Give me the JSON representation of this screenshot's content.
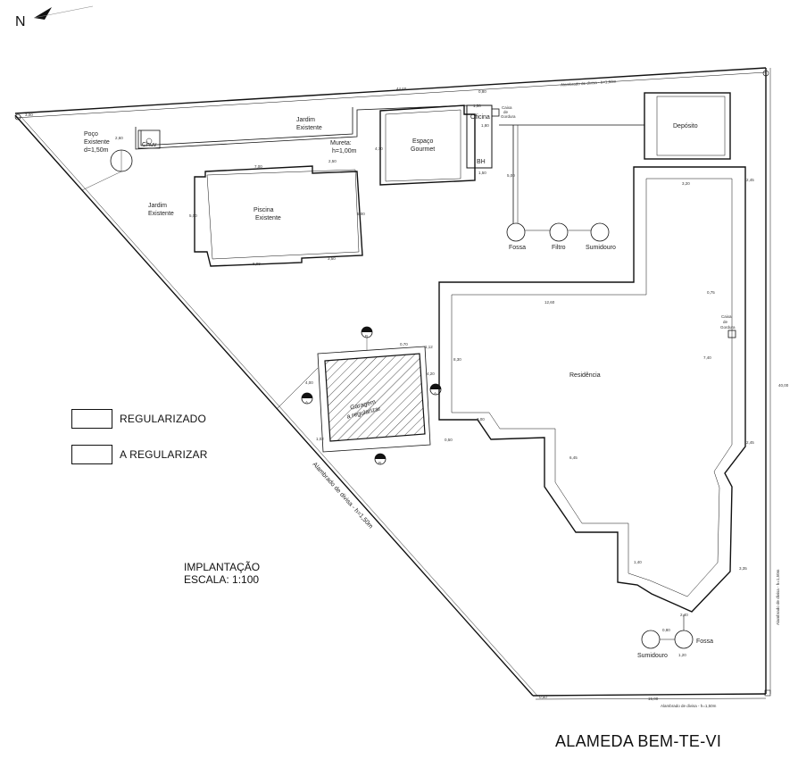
{
  "north": {
    "label": "N",
    "icon": "north-arrow-icon"
  },
  "boundary": {
    "north_wall": "Alambrado de divisa - h=1,50m",
    "east_wall": "Alambrado de divisa - h=1,50m",
    "diagonal_wall": "Alambrado de divisa - h=1,50m",
    "south_wall": "Alambrado de divisa - h=1,50m"
  },
  "areas": {
    "jardim_top": [
      "Jardim",
      "Existente"
    ],
    "jardim_left": [
      "Jardim",
      "Existente"
    ],
    "poco": [
      "Poço",
      "Existente",
      "d=1,50m"
    ],
    "chuv": "Chuv",
    "mureta": [
      "Mureta:",
      "h=1,00m"
    ],
    "espaco": [
      "Espaço",
      "Gourmet"
    ],
    "oficina": "Oficina",
    "caixa_top": [
      "Caixa",
      "de",
      "Gordura"
    ],
    "bh": "BH",
    "deposito": "Depósito",
    "piscina": [
      "Piscina",
      "Existente"
    ],
    "fossa_top": "Fossa",
    "filtro": "Filtro",
    "sumidouro_top": "Sumidouro",
    "residencia": "Residência",
    "caixa_right": [
      "Caixa",
      "de",
      "Gordura"
    ],
    "garagem": [
      "Garagem",
      "a regularizar"
    ],
    "sumidouro_bottom": "Sumidouro",
    "fossa_bottom": "Fossa"
  },
  "dimensions": {
    "d1": "3,00",
    "d2": "44,60",
    "d3": "0,80",
    "d4": "1,50",
    "d5": "2,60",
    "d6": "4,70",
    "d7": "1,80",
    "d8": "5,00",
    "d9": "7,00",
    "d10": "2,50",
    "d11": "5,00",
    "d12": "3,50",
    "d13": "5,00",
    "d14": "1,50",
    "d15": "6,00",
    "d16": "2,45",
    "d17": "3,20",
    "d18": "12,60",
    "d19": "8,30",
    "d20": "7,40",
    "d21": "40,00",
    "d22": "2,45",
    "d23": "1,12",
    "d24": "4,20",
    "d25": "3,00",
    "d26": "3,35",
    "d27": "15,00",
    "d28": "2,40",
    "d29": "1,20",
    "d30": "0,80",
    "d31": "0,50",
    "d32": "1,02",
    "d33": "4,00",
    "d34": "0,70",
    "d35": "6,45",
    "d36": "1,40",
    "d37": "0,75",
    "d38": "0,50"
  },
  "sections": {
    "a": "A",
    "b": "B"
  },
  "legend": [
    {
      "label": "REGULARIZADO",
      "pattern": "plain"
    },
    {
      "label": "A REGULARIZAR",
      "pattern": "hatched"
    }
  ],
  "title_block": {
    "line1": "IMPLANTAÇÃO",
    "line2": "ESCALA: 1:100"
  },
  "street": "ALAMEDA BEM-TE-VI",
  "colors": {
    "ink": "#111111",
    "paper": "#ffffff"
  }
}
